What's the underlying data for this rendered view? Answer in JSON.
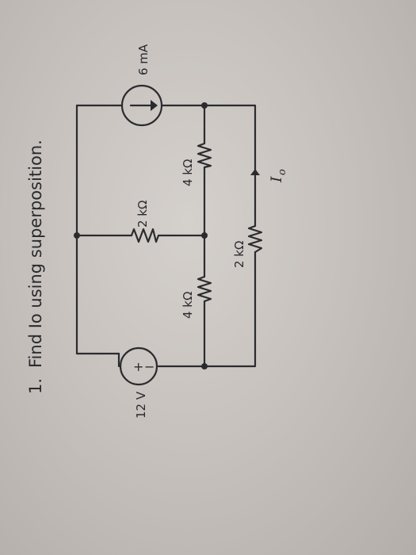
{
  "problem": {
    "number": "1.",
    "prompt": "Find Io using superposition."
  },
  "circuit": {
    "voltage_source": {
      "label": "12 V",
      "plus": "+",
      "minus": "−",
      "icon": "voltage-source-icon"
    },
    "current_source": {
      "label": "6 mA",
      "icon": "current-source-arrow-icon"
    },
    "resistor_middle": "2 kΩ",
    "resistor_left": "4 kΩ",
    "resistor_right": "4 kΩ",
    "resistor_bottom": "2 kΩ",
    "output_current": {
      "symbol": "I",
      "subscript": "o"
    }
  },
  "colors": {
    "ink": "#2b2b2f",
    "paper": "#c9c5c1"
  }
}
